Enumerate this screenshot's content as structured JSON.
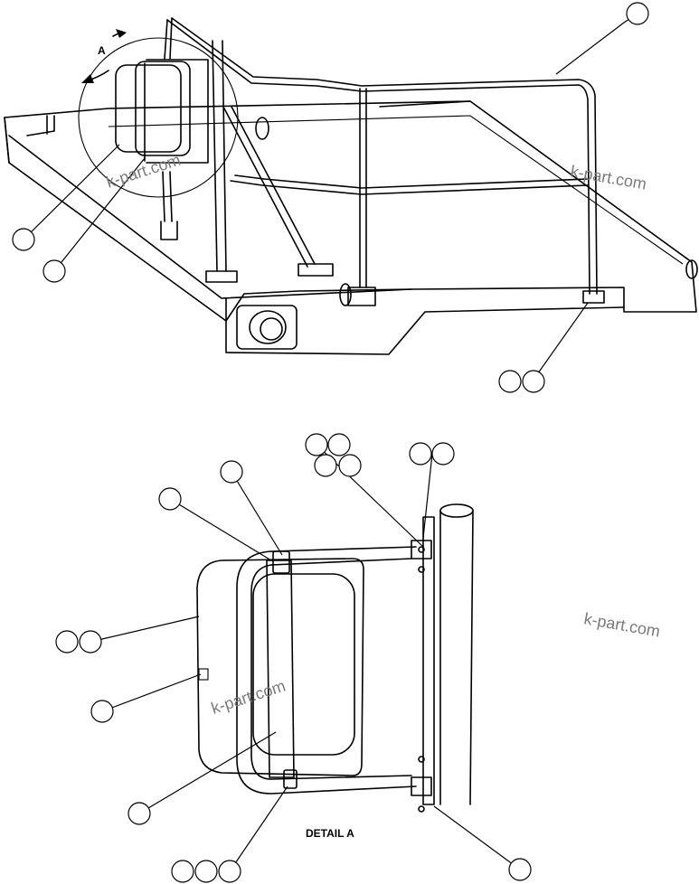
{
  "view_label": "A",
  "detail_title": "DETAIL A",
  "watermarks": [
    "k-part.com",
    "k-part.com",
    "k-part.com",
    "k-part.com"
  ]
}
